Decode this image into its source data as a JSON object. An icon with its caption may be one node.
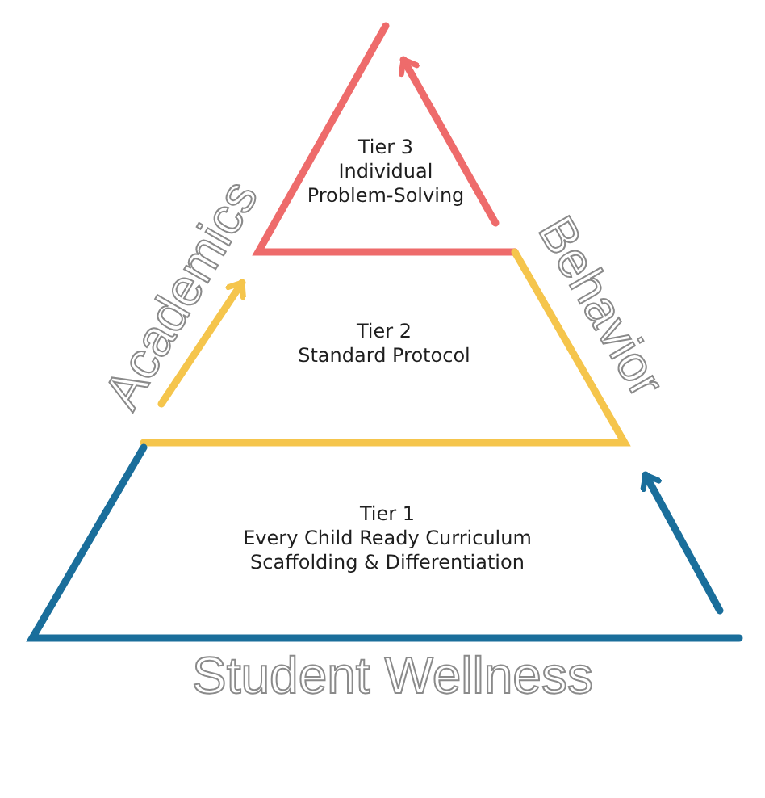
{
  "diagram": {
    "nodes": [
      {
        "text": [
          "Tier 3",
          "Individual Problem-Solving"
        ]
      },
      {
        "text": [
          "Tier 2",
          "Standard Protocol"
        ]
      },
      {
        "text": [
          "Tier 1",
          "Every Child Ready Curriculum",
          "Scaffolding & Differentiation"
        ]
      }
    ],
    "labels": [
      "Academics",
      "Behavior",
      "Student Wellness"
    ]
  }
}
